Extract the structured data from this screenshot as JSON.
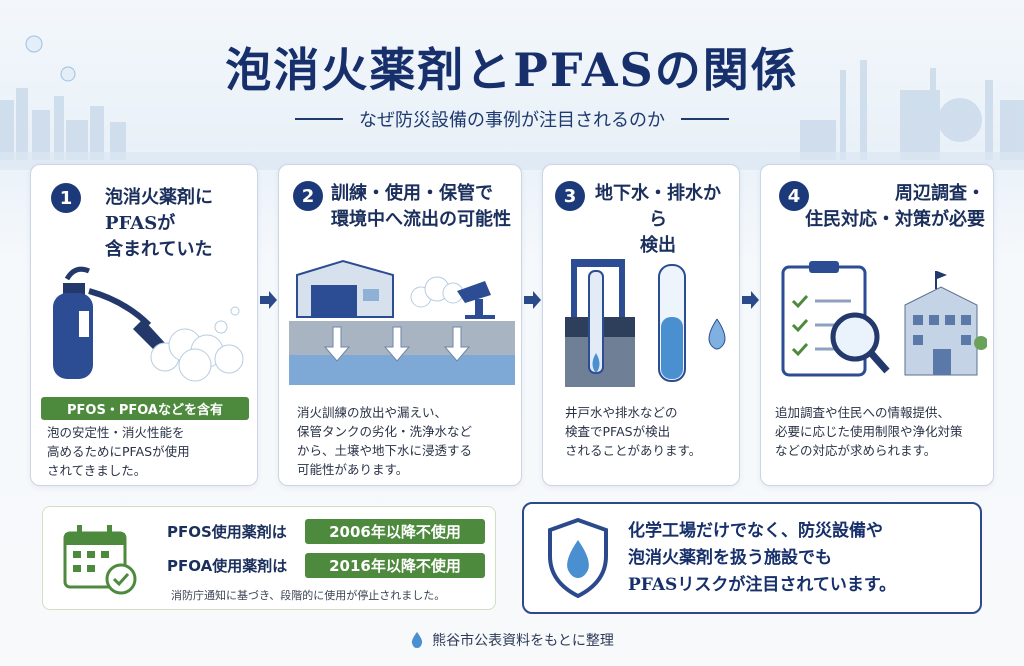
{
  "title": "泡消火薬剤とPFASの関係",
  "subtitle": "なぜ防災設備の事例が注目されるのか",
  "steps": [
    {
      "number": "1",
      "heading": [
        "泡消火薬剤に",
        "PFASが",
        "含まれていた"
      ],
      "tag": "PFOS・PFOAなどを含有",
      "body": [
        "泡の安定性・消火性能を",
        "高めるためにPFASが使用",
        "されてきました。"
      ]
    },
    {
      "number": "2",
      "heading": [
        "訓練・使用・保管で",
        "環境中へ流出の可能性"
      ],
      "body": [
        "消火訓練の放出や漏えい、",
        "保管タンクの劣化・洗浄水など",
        "から、土壌や地下水に浸透する",
        "可能性があります。"
      ]
    },
    {
      "number": "3",
      "heading": [
        "地下水・排水から",
        "検出"
      ],
      "body": [
        "井戸水や排水などの",
        "検査でPFASが検出",
        "されることがあります。"
      ]
    },
    {
      "number": "4",
      "heading": [
        "周辺調査・",
        "住民対応・対策が必要"
      ],
      "body": [
        "追加調査や住民への情報提供、",
        "必要に応じた使用制限や浄化対策",
        "などの対応が求められます。"
      ]
    }
  ],
  "regulation": {
    "rows": [
      {
        "label": "PFOS使用薬剤は",
        "tag": "2006年以降不使用"
      },
      {
        "label": "PFOA使用薬剤は",
        "tag": "2016年以降不使用"
      }
    ],
    "note": "消防庁通知に基づき、段階的に使用が停止されました。"
  },
  "callout": [
    "化学工場だけでなく、防災設備や",
    "泡消火薬剤を扱う施設でも",
    "PFASリスクが注目されています。"
  ],
  "footer": "熊谷市公表資料をもとに整理",
  "colors": {
    "navy": "#1c3a7a",
    "green": "#4e8a3d",
    "water": "#4a8fd0"
  },
  "icons": [
    "fire-extinguisher-icon",
    "warehouse-icon",
    "hose-nozzle-icon",
    "well-pipe-icon",
    "test-tube-icon",
    "water-drop-icon",
    "checklist-icon",
    "magnifier-icon",
    "public-building-icon",
    "calendar-check-icon",
    "shield-drop-icon"
  ]
}
